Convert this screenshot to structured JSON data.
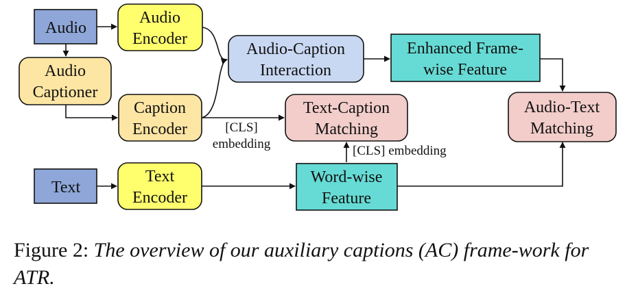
{
  "colors": {
    "audio_text_input": "#8ea6d8",
    "encoder": "#ffff6e",
    "captioner": "#fde5a3",
    "interaction": "#c9d8f2",
    "feature": "#66dbd5",
    "matching": "#f2cdca",
    "stroke": "#111111"
  },
  "diagram": {
    "nodes": {
      "audio": [
        "Audio"
      ],
      "audio_encoder": [
        "Audio",
        "Encoder"
      ],
      "audio_captioner": [
        "Audio",
        "Captioner"
      ],
      "caption_encoder": [
        "Caption",
        "Encoder"
      ],
      "text": [
        "Text"
      ],
      "text_encoder": [
        "Text",
        "Encoder"
      ],
      "interaction": [
        "Audio-Caption",
        "Interaction"
      ],
      "enhanced_feature": [
        "Enhanced Frame-",
        "wise Feature"
      ],
      "text_caption_matching": [
        "Text-Caption",
        "Matching"
      ],
      "word_feature": [
        "Word-wise",
        "Feature"
      ],
      "audio_text_matching": [
        "Audio-Text",
        "Matching"
      ]
    },
    "edge_labels": {
      "cls_caption": [
        "[CLS]",
        "embedding"
      ],
      "cls_word": "[CLS] embedding"
    }
  },
  "caption": {
    "prefix": "Figure 2: ",
    "text": "The overview of our auxiliary captions (AC) frame-work for ATR."
  }
}
